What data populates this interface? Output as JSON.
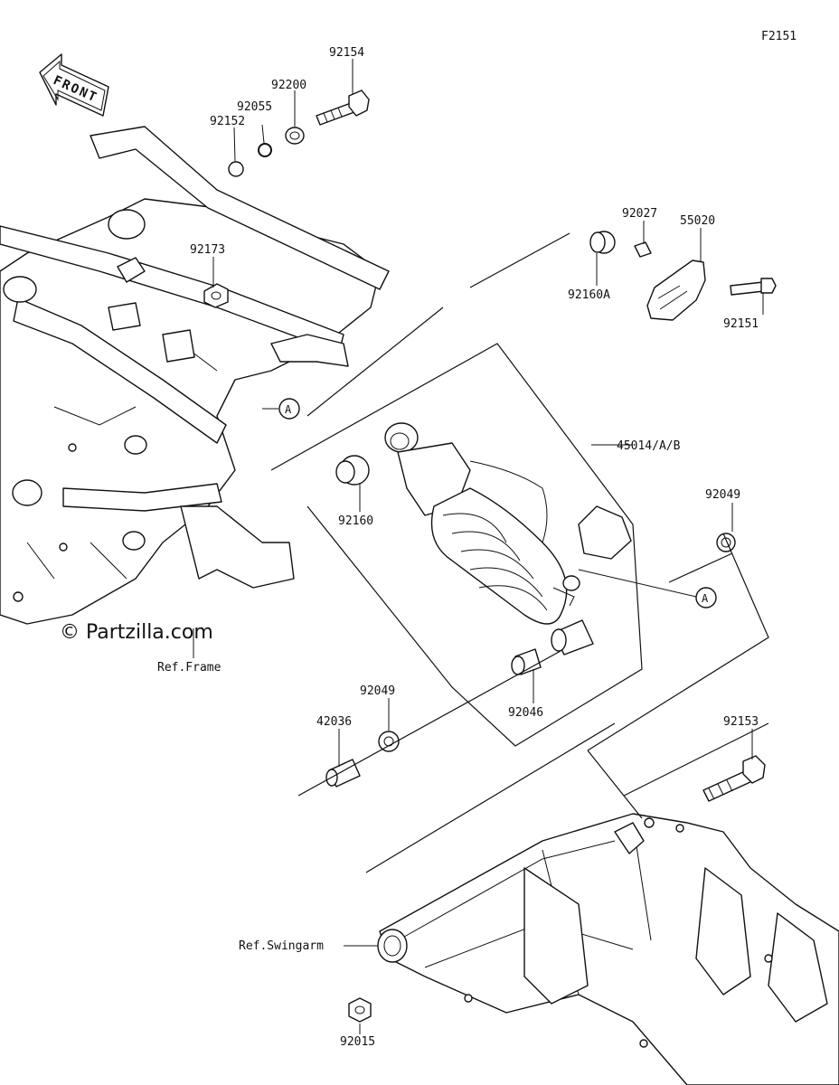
{
  "figure_code": "F2151",
  "front_label": "FRONT",
  "watermark": "© Partzilla.com",
  "references": {
    "frame": "Ref.Frame",
    "swingarm": "Ref.Swingarm"
  },
  "marker_a": "A",
  "parts": {
    "p92154": "92154",
    "p92200": "92200",
    "p92055": "92055",
    "p92152": "92152",
    "p92173": "92173",
    "p92027": "92027",
    "p55020": "55020",
    "p92160A": "92160A",
    "p92151": "92151",
    "p45014": "45014/A/B",
    "p92160": "92160",
    "p92049_top": "92049",
    "p92046": "92046",
    "p92049_low": "92049",
    "p42036": "42036",
    "p92153": "92153",
    "p92015": "92015"
  }
}
